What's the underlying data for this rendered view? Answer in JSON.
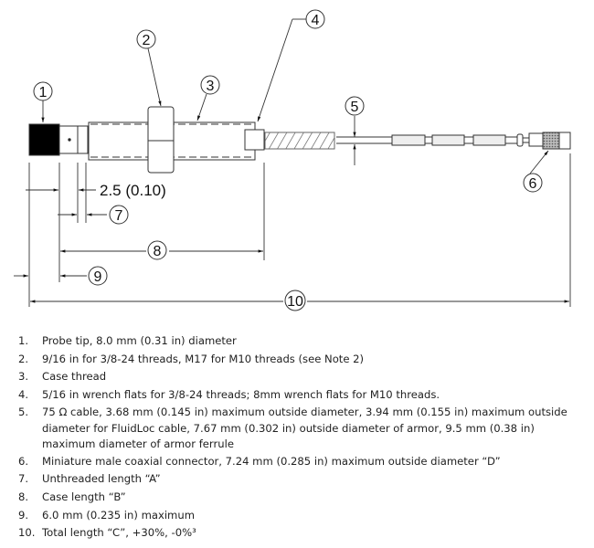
{
  "callouts": [
    "1",
    "2",
    "3",
    "4",
    "5",
    "6",
    "7",
    "8",
    "9",
    "10"
  ],
  "dimension_label": "2.5 (0.10)",
  "notes": [
    {
      "num": "1.",
      "text": "Probe tip, 8.0 mm (0.31 in) diameter"
    },
    {
      "num": "2.",
      "text": "9/16 in for 3/8-24 threads, M17 for M10 threads (see Note 2)"
    },
    {
      "num": "3.",
      "text": "Case thread"
    },
    {
      "num": "4.",
      "text": "5/16 in wrench flats for 3/8-24 threads; 8mm wrench flats for M10 threads."
    },
    {
      "num": "5.",
      "text": "75 Ω cable, 3.68 mm (0.145 in) maximum outside diameter, 3.94 mm (0.155 in) maximum outside diameter for FluidLoc cable, 7.67 mm (0.302 in) outside diameter of armor, 9.5 mm (0.38 in) maximum diameter of armor ferrule"
    },
    {
      "num": "6.",
      "text": "Miniature male coaxial connector, 7.24 mm (0.285 in) maximum outside diameter “D”"
    },
    {
      "num": "7.",
      "text": "Unthreaded length “A”"
    },
    {
      "num": "8.",
      "text": "Case length “B”"
    },
    {
      "num": "9.",
      "text": "6.0 mm (0.235 in) maximum"
    },
    {
      "num": "10.",
      "text": "Total length “C”, +30%, -0%³"
    }
  ]
}
